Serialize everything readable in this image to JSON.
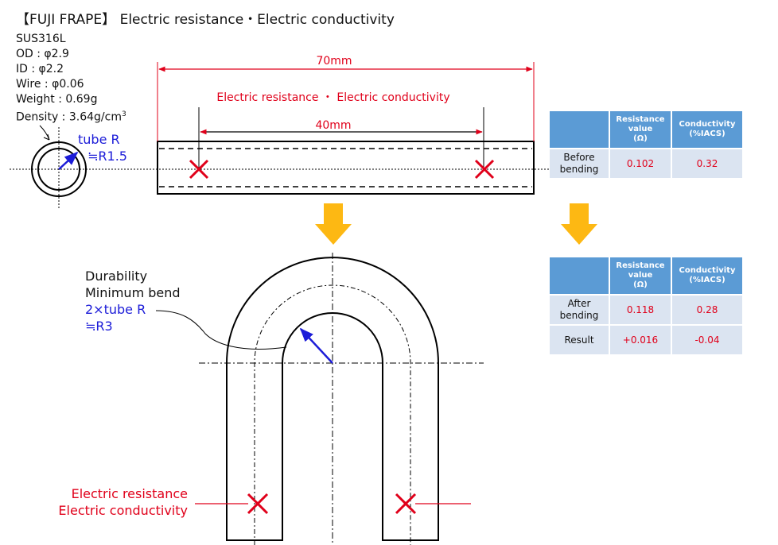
{
  "title": "【FUJI FRAPE】 Electric resistance・Electric conductivity",
  "specs": {
    "material": "SUS316L",
    "od": "OD : φ2.9",
    "id": "ID : φ2.2",
    "wire": "Wire : φ0.06",
    "weight": "Weight  : 0.69g",
    "density": "Density : 3.64g/cm",
    "density_exp": "3"
  },
  "tube_r": {
    "line1": "tube R",
    "line2": "≒R1.5"
  },
  "dimensions": {
    "total": "70mm",
    "span": "40mm"
  },
  "measure_label": "Electric resistance ・ Electric conductivity",
  "bend_note": {
    "line1": "Durability",
    "line2": "Minimum bend",
    "line3": "2×tube R",
    "line4": "≒R3"
  },
  "bottom_label": {
    "line1": "Electric resistance",
    "line2": "Electric conductivity"
  },
  "table_headers": {
    "resistance": [
      "Resistance",
      "value",
      "(Ω)"
    ],
    "conductivity": [
      "Conductivity",
      "(%IACS)"
    ]
  },
  "table_before": {
    "label": [
      "Before",
      "bending"
    ],
    "resistance": "0.102",
    "conductivity": "0.32"
  },
  "table_after": {
    "rows": [
      {
        "label": [
          "After",
          "bending"
        ],
        "resistance": "0.118",
        "conductivity": "0.28"
      },
      {
        "label": [
          "Result"
        ],
        "resistance": "+0.016",
        "conductivity": "-0.04"
      }
    ]
  },
  "colors": {
    "red": "#e0001a",
    "blue": "#1c1cd8",
    "arrow": "#fdb813",
    "header_bg": "#5b9bd5",
    "cell_bg": "#dbe4f1"
  }
}
